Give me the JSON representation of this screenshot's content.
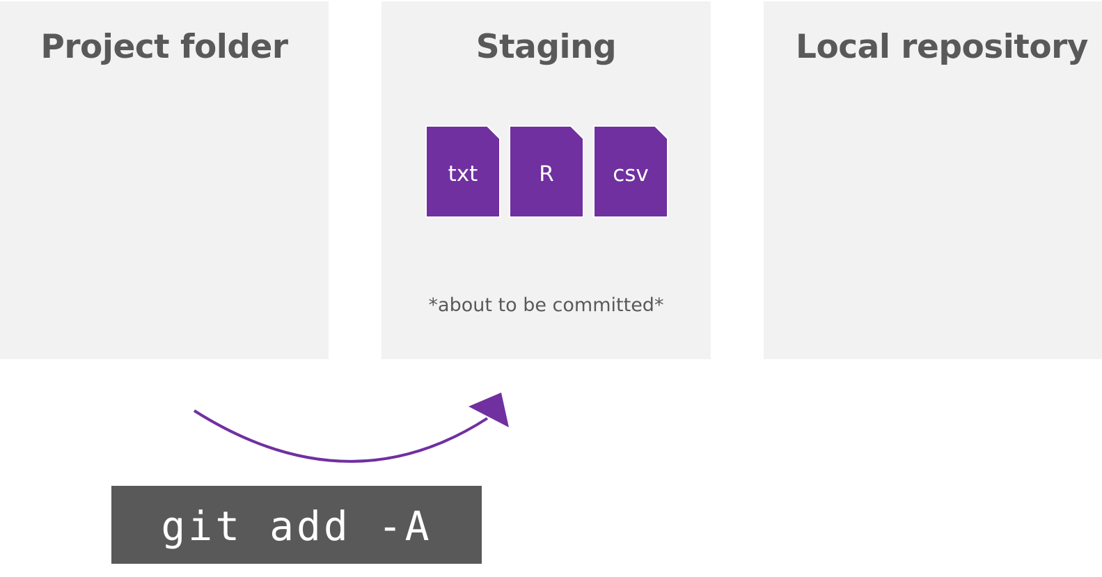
{
  "panels": {
    "project_folder": {
      "title": "Project folder"
    },
    "staging": {
      "title": "Staging",
      "note": "*about to be committed*",
      "files": [
        {
          "label": "txt"
        },
        {
          "label": "R"
        },
        {
          "label": "csv"
        }
      ]
    },
    "local_repository": {
      "title": "Local repository"
    }
  },
  "command": {
    "text": "git add -A"
  },
  "colors": {
    "panel_background": "#f2f2f2",
    "title_text": "#595959",
    "file_fill": "#7030a0",
    "arrow": "#7030a0",
    "command_background": "#595959",
    "command_text": "#ffffff"
  },
  "icons": {
    "file": "file-icon",
    "arrow": "curved-arrow-icon"
  }
}
